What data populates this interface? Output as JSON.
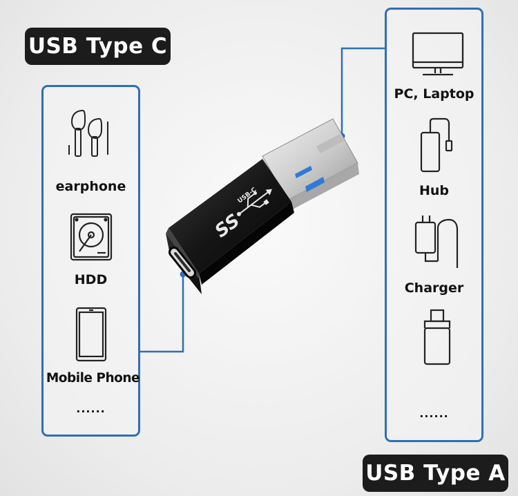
{
  "labels": {
    "usb_type_c": "USB Type C",
    "usb_type_a": "USB Type A"
  },
  "left_panel": {
    "items": [
      {
        "label": "earphone",
        "icon": "earphone-icon"
      },
      {
        "label": "HDD",
        "icon": "hdd-icon"
      },
      {
        "label": "Mobile Phone",
        "icon": "mobile-phone-icon"
      }
    ],
    "more": "......"
  },
  "right_panel": {
    "items": [
      {
        "label": "PC, Laptop",
        "icon": "monitor-icon"
      },
      {
        "label": "Hub",
        "icon": "hub-icon"
      },
      {
        "label": "Charger",
        "icon": "charger-icon"
      },
      {
        "label": "",
        "icon": "usb-stick-icon"
      }
    ],
    "more": "......"
  },
  "adapter": {
    "logo_text": "SS",
    "port_text": "USB-C",
    "icon": "usb-symbol-icon"
  },
  "colors": {
    "accent_blue": "#2d6fb5",
    "tag_background": "#1c1c1c",
    "usb_blue_tab": "#2f7ad6"
  }
}
